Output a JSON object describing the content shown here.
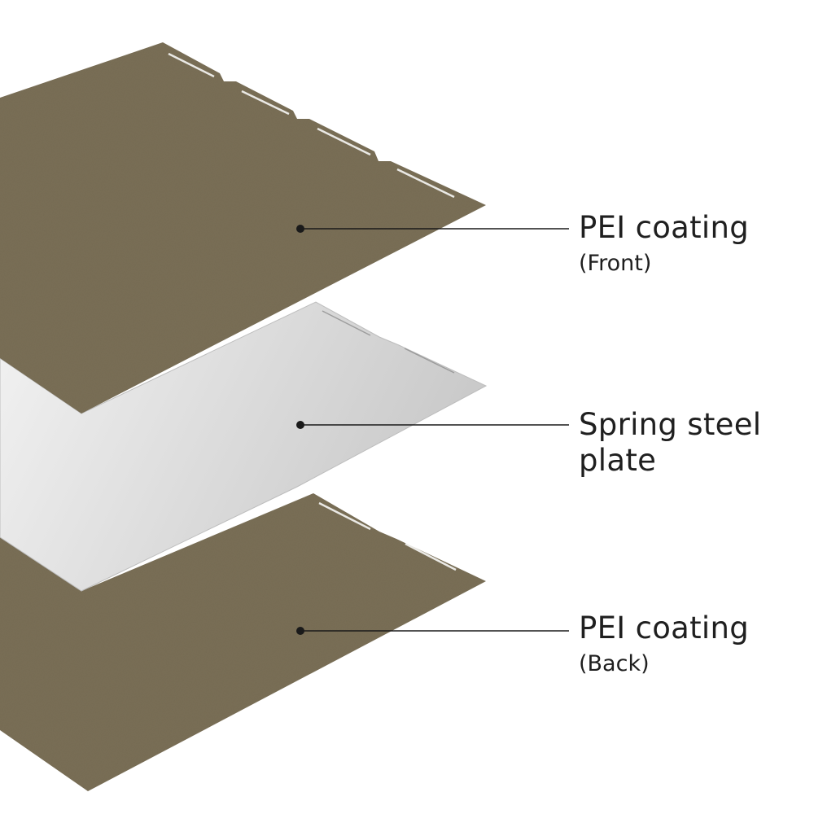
{
  "colors": {
    "pei": "#7a6f56",
    "pei_dark": "#6f654d",
    "steel_light": "#f2f2f2",
    "steel_dark": "#c9c9c9",
    "leader": "#1a1a1a",
    "background": "#ffffff"
  },
  "layers": [
    {
      "id": "front",
      "title": "PEI coating",
      "subtitle": "(Front)"
    },
    {
      "id": "steel",
      "title": "Spring steel",
      "title_line2": "plate"
    },
    {
      "id": "back",
      "title": "PEI coating",
      "subtitle": "(Back)"
    }
  ]
}
